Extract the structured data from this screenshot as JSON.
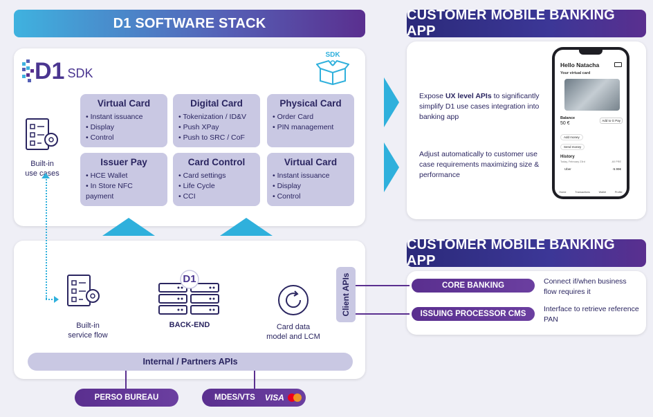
{
  "headers": {
    "left": "D1 SOFTWARE STACK",
    "right_top": "CUSTOMER MOBILE BANKING APP",
    "right_bottom": "CUSTOMER MOBILE BANKING APP"
  },
  "sdk_panel": {
    "logo_text": "D1",
    "logo_sdk": "SDK",
    "box_label": "SDK",
    "builtin_use_cases": "Built-in\nuse cases",
    "cards": [
      {
        "title": "Virtual Card",
        "items": [
          "Instant issuance",
          "Display",
          "Control"
        ]
      },
      {
        "title": "Digital Card",
        "items": [
          "Tokenization / ID&V",
          "Push XPay",
          "Push to SRC / CoF"
        ]
      },
      {
        "title": "Physical Card",
        "items": [
          "Order Card",
          "PIN management"
        ]
      },
      {
        "title": "Issuer Pay",
        "items": [
          "HCE Wallet",
          "In Store NFC payment"
        ]
      },
      {
        "title": "Card Control",
        "items": [
          "Card settings",
          "Life Cycle",
          "CCI"
        ]
      },
      {
        "title": "Virtual Card",
        "items": [
          "Instant issuance",
          "Display",
          "Control"
        ]
      }
    ]
  },
  "backend_panel": {
    "builtin_service": "Built-in\nservice flow",
    "backend_label": "BACK-END",
    "backend_logo": "D1",
    "card_data": "Card data\nmodel and LCM",
    "client_apis": "Client APIs",
    "internal_apis": "Internal / Partners APIs"
  },
  "bottom_pills": {
    "perso": "PERSO BUREAU",
    "mdes": "MDES/VTS",
    "visa": "VISA"
  },
  "mobile_app": {
    "text1_pre": "Expose ",
    "text1_bold": "UX level APIs",
    "text1_post": " to significantly simplify D1 use cases integration into banking app",
    "text2": "Adjust automatically to customer use case requirements maximizing size & performance",
    "phone": {
      "greeting": "Hello Natacha",
      "virtual_card": "Your virtual card",
      "balance_label": "Balance",
      "balance_value": "50 €",
      "add_to_pay": "Add to G Pay",
      "add_money": "Add money",
      "send_money": "Send money",
      "history": "History",
      "history_sub": "Today, February 23rd",
      "amount1": "-60 PRE",
      "uber": "Uber",
      "amount2": "-5.99€",
      "nav": [
        "Home",
        "Transactions",
        "Wallet",
        "Profile"
      ]
    }
  },
  "integrations": [
    {
      "pill": "CORE BANKING",
      "text": "Connect if/when business flow requires it"
    },
    {
      "pill": "ISSUING PROCESSOR CMS",
      "text": "Interface to retrieve reference PAN"
    }
  ],
  "colors": {
    "accent_cyan": "#2fb0dc",
    "purple": "#5a2f8f",
    "navy": "#2a2560",
    "lavender": "#c9c8e3"
  }
}
